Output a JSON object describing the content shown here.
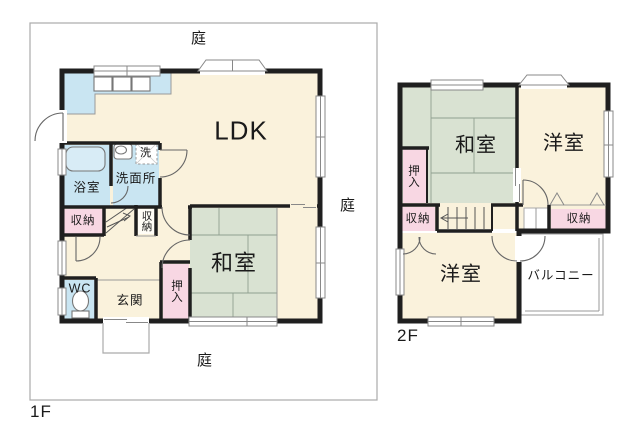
{
  "colors": {
    "cream": "#FAF2DC",
    "water_blue": "#C9E5F2",
    "tatami_green": "#D9E2D2",
    "closet_pink": "#F8D7E3",
    "wall": "#1F1F1F",
    "line": "#999999",
    "site_border": "#AAAAAA"
  },
  "floor1": {
    "name": "1F",
    "garden": {
      "top": "庭",
      "right": "庭",
      "bottom": "庭"
    },
    "rooms": {
      "ldk": "LDK",
      "bathroom": "浴室",
      "washroom": "洗面所",
      "laundry": "洗",
      "storage_a": "収納",
      "storage_b": "収納",
      "wc": "WC",
      "entrance": "玄関",
      "closet": "押入",
      "japanese_room": "和室"
    }
  },
  "floor2": {
    "name": "2F",
    "rooms": {
      "japanese_room": "和室",
      "western_room_top": "洋室",
      "western_room_bottom": "洋室",
      "closet": "押入",
      "storage_left": "収納",
      "storage_right": "収納",
      "balcony": "バルコニー"
    }
  }
}
